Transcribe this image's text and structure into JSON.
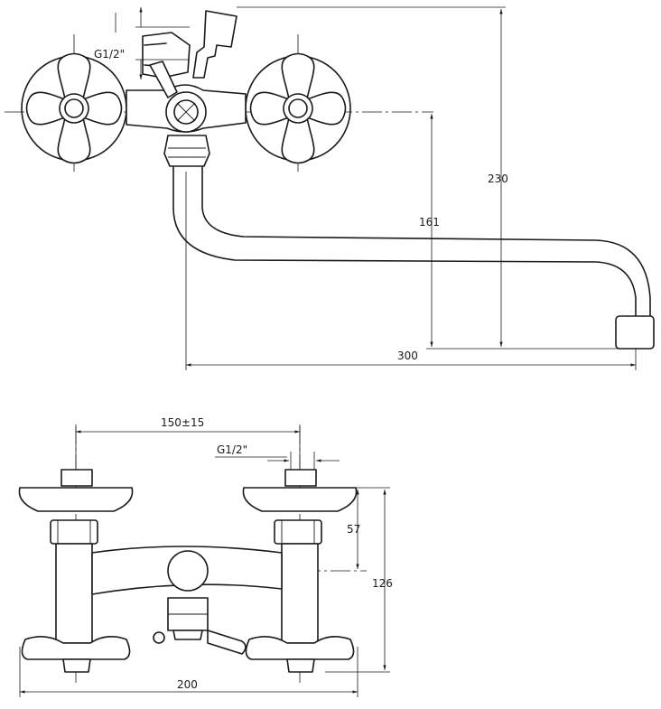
{
  "top_view": {
    "thread_label": "G1/2\"",
    "dims": {
      "height_total": "230",
      "height_spout": "161",
      "reach": "300"
    }
  },
  "front_view": {
    "thread_label": "G1/2\"",
    "dims": {
      "center_distance": "150±15",
      "handle_offset": "57",
      "height_total": "126",
      "width_total": "200"
    }
  }
}
